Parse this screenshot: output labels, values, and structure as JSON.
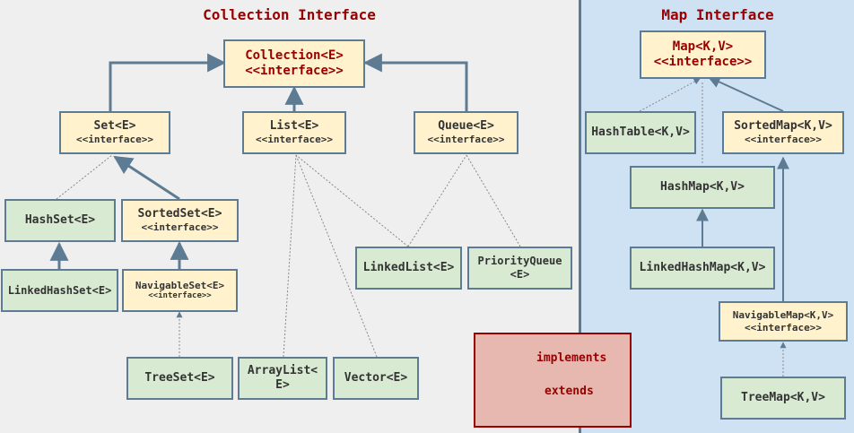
{
  "sections": {
    "collection_title": "Collection Interface",
    "map_title": "Map Interface"
  },
  "nodes": {
    "collection": {
      "name": "Collection<E>",
      "stereo": "<<interface>>"
    },
    "set": {
      "name": "Set<E>",
      "stereo": "<<interface>>"
    },
    "list": {
      "name": "List<E>",
      "stereo": "<<interface>>"
    },
    "queue": {
      "name": "Queue<E>",
      "stereo": "<<interface>>"
    },
    "hashset": {
      "name": "HashSet<E>"
    },
    "sortedset": {
      "name": "SortedSet<E>",
      "stereo": "<<interface>>"
    },
    "linkedhashset": {
      "name": "LinkedHashSet<E>"
    },
    "navigableset": {
      "name": "NavigableSet<E>",
      "stereo": "<<interface>>"
    },
    "treeset": {
      "name": "TreeSet<E>"
    },
    "arraylist": {
      "name": "ArrayList<",
      "name2": "E>"
    },
    "vector": {
      "name": "Vector<E>"
    },
    "linkedlist": {
      "name": "LinkedList<E>"
    },
    "priorityqueue": {
      "name": "PriorityQueue",
      "name2": "<E>"
    },
    "map": {
      "name": "Map<K,V>",
      "stereo": "<<interface>>"
    },
    "hashtable": {
      "name": "HashTable<K,V>"
    },
    "sortedmap": {
      "name": "SortedMap<K,V>",
      "stereo": "<<interface>>"
    },
    "hashmap": {
      "name": "HashMap<K,V>"
    },
    "linkedhashmap": {
      "name": "LinkedHashMap<K,V>"
    },
    "navigablemap": {
      "name": "NavigableMap<K,V>",
      "stereo": "<<interface>>"
    },
    "treemap": {
      "name": "TreeMap<K,V>"
    }
  },
  "legend": {
    "implements": "implements",
    "extends": "extends"
  },
  "colors": {
    "interface_fill": "#fff2cc",
    "class_fill": "#d9ead3",
    "border": "#5d7b92",
    "title": "#990000",
    "legend_fill": "#e6b8af",
    "map_panel": "#cfe2f3"
  }
}
